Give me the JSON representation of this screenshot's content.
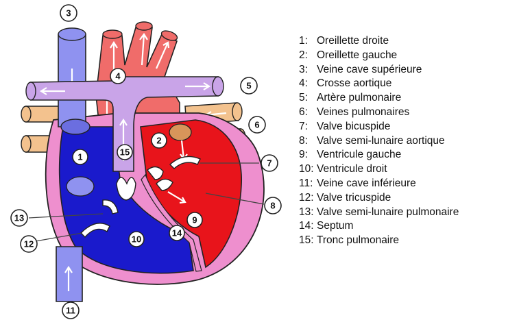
{
  "diagram": {
    "markers": [
      "1",
      "2",
      "3",
      "4",
      "5",
      "6",
      "7",
      "8",
      "9",
      "10",
      "11",
      "12",
      "13",
      "14",
      "15"
    ]
  },
  "legend": [
    {
      "num": "1:",
      "label": "Oreillette droite"
    },
    {
      "num": "2:",
      "label": "Oreillette gauche"
    },
    {
      "num": "3:",
      "label": "Veine cave supérieure"
    },
    {
      "num": "4:",
      "label": "Crosse aortique"
    },
    {
      "num": "5:",
      "label": "Artère pulmonaire"
    },
    {
      "num": "6:",
      "label": "Veines pulmonaires"
    },
    {
      "num": "7:",
      "label": "Valve bicuspide"
    },
    {
      "num": "8:",
      "label": "Valve semi-lunaire aortique"
    },
    {
      "num": "9:",
      "label": "Ventricule gauche"
    },
    {
      "num": "10:",
      "label": "Ventricule droit"
    },
    {
      "num": "11:",
      "label": "Veine cave inférieure"
    },
    {
      "num": "12:",
      "label": "Valve tricuspide"
    },
    {
      "num": "13:",
      "label": "Valve semi-lunaire pulmonaire"
    },
    {
      "num": "14:",
      "label": "Septum"
    },
    {
      "num": "15:",
      "label": "Tronc pulmonaire"
    }
  ],
  "colors": {
    "deoxygenated": "#1a1acc",
    "oxygenated": "#e8141b",
    "aorta": "#f06c6a",
    "pulmonary_artery": "#c9a4e8",
    "vena_cava": "#8f92f0",
    "pulmonary_veins": "#f3c28e",
    "heart_wall": "#ee8fce"
  }
}
